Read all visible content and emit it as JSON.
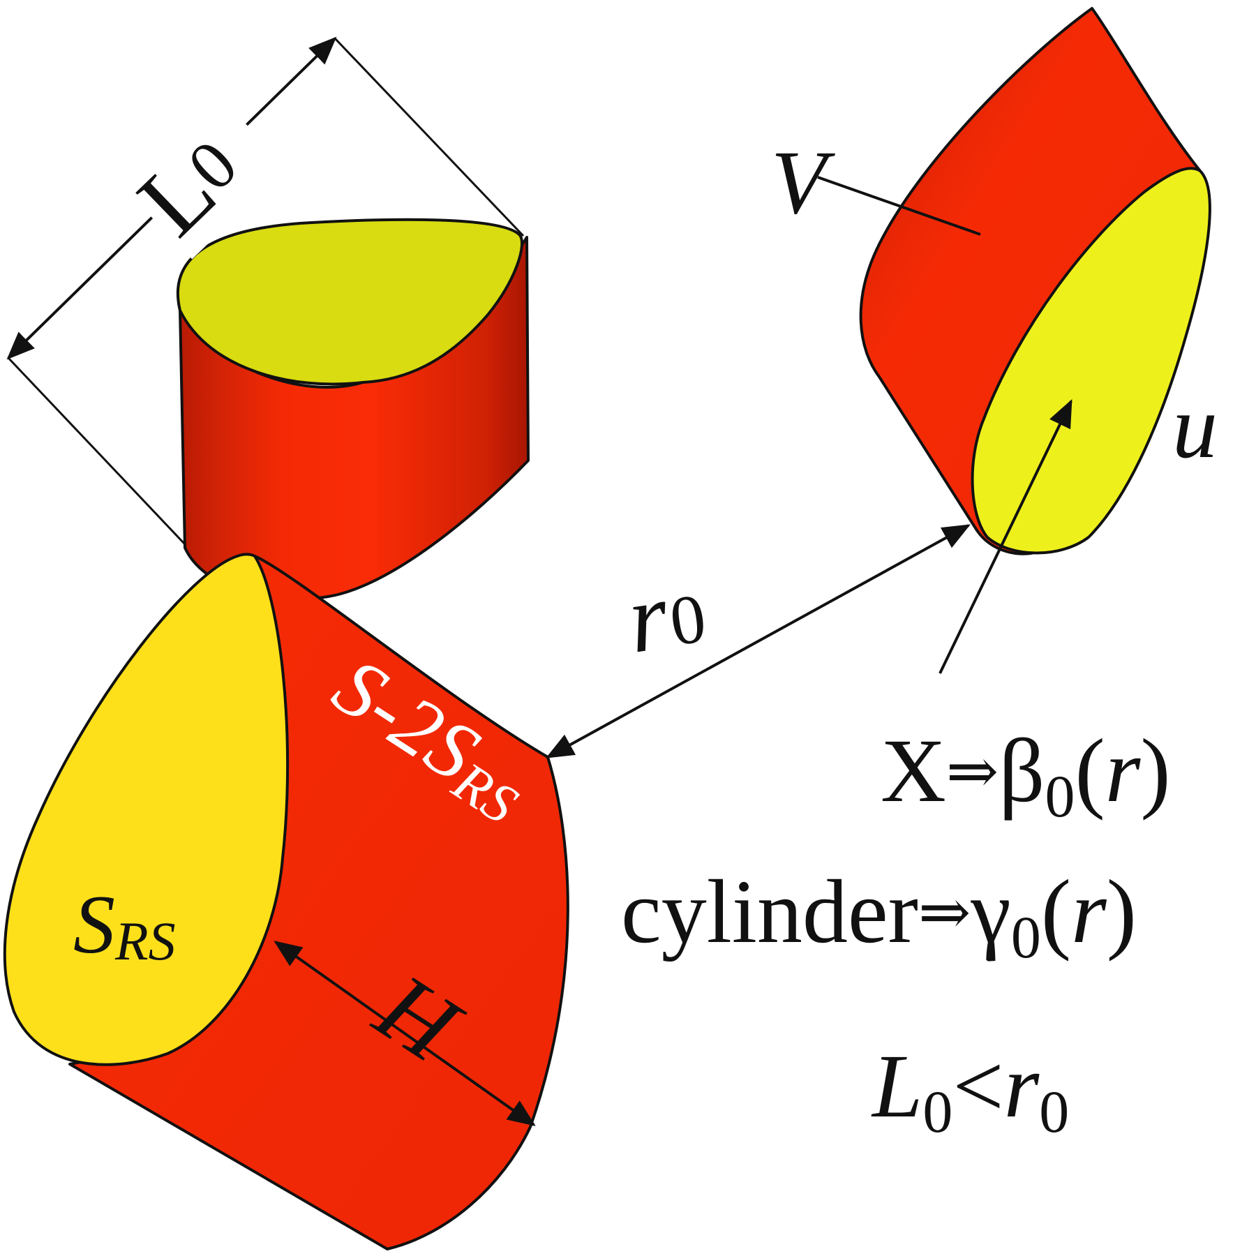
{
  "colors": {
    "red_body": "#f52a05",
    "red_dark": "#c41a04",
    "yellow_face_top": "#d8dc10",
    "yellow_face_right": "#eef01c",
    "yellow_face_left": "#fde01a",
    "line": "#111111",
    "label_on_red": "#ffffff"
  },
  "labels": {
    "L0": {
      "main": "L",
      "sub": "0"
    },
    "r0": {
      "main": "r",
      "sub": "0"
    },
    "V": "V",
    "u": "u",
    "S_RS": {
      "main": "S",
      "sub": "RS"
    },
    "S_minus": {
      "prefix": "S-2",
      "main": "S",
      "sub": "RS"
    },
    "H": "H"
  },
  "equations": {
    "line1": {
      "lhs": "X",
      "arrow": "⇒",
      "func": "β",
      "sub": "0",
      "open": "(",
      "arg": "r",
      "close": ")"
    },
    "line2": {
      "lhs": "cylinder",
      "arrow": "⇒",
      "func": "γ",
      "sub": "0",
      "open": "(",
      "arg": "r",
      "close": ")"
    },
    "line3": {
      "a": "L",
      "a_sub": "0",
      "rel": "<",
      "b": "r",
      "b_sub": "0"
    }
  },
  "icons": [
    "top-cylinder-icon",
    "right-cylinder-icon",
    "bottom-cylinder-icon"
  ]
}
